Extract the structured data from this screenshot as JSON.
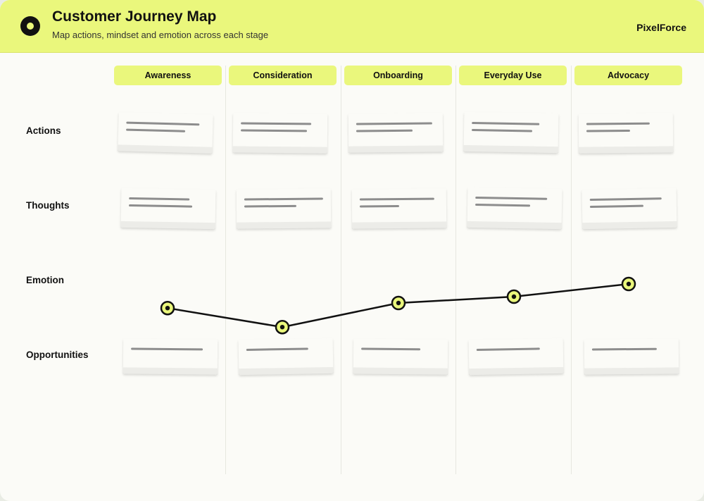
{
  "header": {
    "title": "Customer Journey Map",
    "subtitle": "Map actions, mindset and emotion across each stage",
    "brand": "PixelForce"
  },
  "stages": [
    "Awareness",
    "Consideration",
    "Onboarding",
    "Everyday Use",
    "Advocacy"
  ],
  "rows": [
    "Actions",
    "Thoughts",
    "Emotion",
    "Opportunities"
  ],
  "colors": {
    "header_bg": "#eaf77c",
    "stage_bg": "#eaf77c",
    "actions": [
      "#bcd9f1",
      "#a7e2d5",
      "#fbe08a",
      "#fbc6b3",
      "#cfe7bb"
    ],
    "thoughts": "#d9c6f2",
    "opportunities": "#cfe7bb",
    "emotion_point": "#eaf77c"
  },
  "emotion_levels": [
    0.42,
    0.12,
    0.5,
    0.6,
    0.8
  ]
}
